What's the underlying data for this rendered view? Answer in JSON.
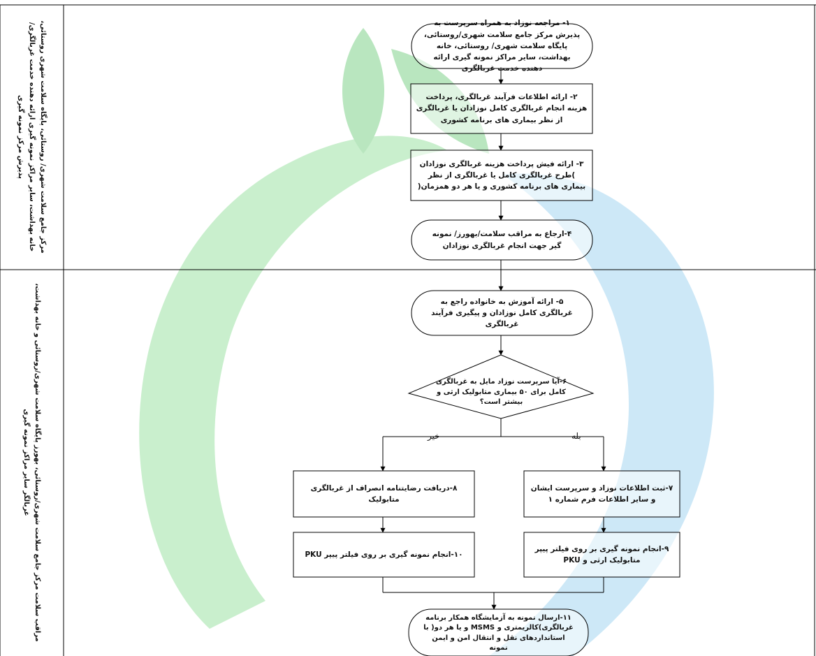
{
  "colors": {
    "line": "#000000",
    "watermark_green": "#c9efcd",
    "watermark_blue": "#cde8f7",
    "watermark_green_dark": "#b9e6bf"
  },
  "lanes": {
    "lane1_lines": [
      "مرکز جامع سلامت شهری/ روستائی، پایگاه سلامت شهری روستائی،",
      "خانه بهداشت، سایر مراکز نمونه گیری ارائه دهنده خدمت غربالگری/",
      "پذیرش مرکز نمونه گیری"
    ],
    "lane2_lines": [
      "مراقب سلامت مرکز جامع سلامت شهری/روستائی، بهورز پایگاه سلامت شهری/روستائی و خانه بهداشت،",
      "غربالگر سایر مراکز نمونه گیری"
    ]
  },
  "steps": {
    "s1": "۱- مراجعه نوزاد به همراه سرپرست به پذیرش مرکز جامع سلامت شهری/روستائی، پایگاه سلامت شهری/ روستائی، خانه بهداشت، سایر مراکز نمونه گیری ارائه دهنده خدمت غربالگری",
    "s2": "۲- ارائه اطلاعات فرآیند غربالگری، پرداخت هزینه انجام غربالگری کامل نوزادان یا غربالگری از نظر بیماری های برنامه کشوری",
    "s3": "۳- ارائه فیش پرداخت هزینه غربالگری نوزادان )طرح غربالگری کامل یا غربالگری از نظر بیماری های برنامه کشوری و یا هر دو همزمان(",
    "s4": "۴-ارجاع به مراقب سلامت/بهورز/ نمونه گیر جهت انجام غربالگری نوزادان",
    "s5": "۵- ارائه آموزش به خانواده راجع به غربالگری کامل نوزادان و پیگیری فرآیند غربالگری",
    "s6": "۶-آیا سرپرست نوزاد مایل به غربالگری کامل برای ۵۰ بیماری متابولیک ارثی و بیشتر است؟",
    "s7": "۷-ثبت اطلاعات نوزاد و سرپرست ایشان و سایر اطلاعات فرم شماره ۱",
    "s8": "۸-دریافت رضایتنامه انصراف از غربالگری متابولیک",
    "s9": "۹-انجام نمونه گیری بر روی فیلتر پیپر متابولیک ارثی و PKU",
    "s10": "۱۰-انجام نمونه گیری بر روی فیلتر پیپر PKU",
    "s11": "۱۱-ارسال نمونه به آزمایشگاه همکار برنامه غربالگری)کالریمتری و MSMS و یا هر دو( با استانداردهای نقل و انتقال امن و ایمن نمونه"
  },
  "branches": {
    "yes": "بله",
    "no": "خیر"
  }
}
